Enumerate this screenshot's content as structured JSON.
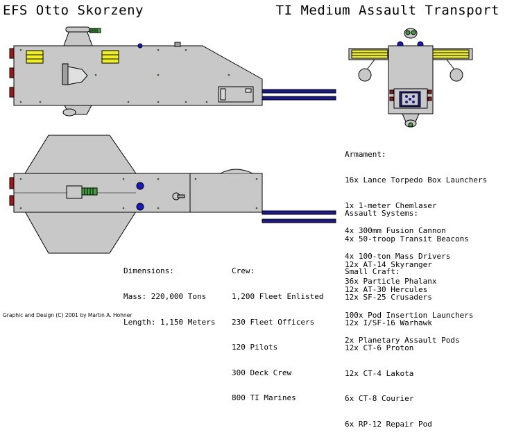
{
  "header": {
    "ship_name": "EFS Otto Skorzeny",
    "ship_class": "TI Medium Assault Transport"
  },
  "armament": {
    "heading": "Armament:",
    "items": [
      "16x Lance Torpedo Box Launchers",
      "1x 1-meter Chemlaser",
      "4x 300mm Fusion Cannon",
      "4x 100-ton Mass Drivers",
      "36x Particle Phalanx"
    ]
  },
  "assault_systems": {
    "heading": "Assault Systems:",
    "items": [
      "4x 50-troop Transit Beacons",
      "12x AT-14 Skyranger",
      "12x AT-30 Hercules",
      "100x Pod Insertion Launchers",
      "2x Planetary Assault Pods"
    ]
  },
  "small_craft": {
    "heading": "Small Craft:",
    "items": [
      "12x SF-25 Crusaders",
      "12x I/SF-16 Warhawk",
      "12x CT-6 Proton",
      "12x CT-4 Lakota",
      "6x CT-8 Courier",
      "6x RP-12 Repair Pod"
    ]
  },
  "dimensions": {
    "heading": "Dimensions:",
    "mass": "Mass: 220,000 Tons",
    "length": "Length: 1,150 Meters"
  },
  "crew": {
    "heading": "Crew:",
    "items": [
      "1,200 Fleet Enlisted",
      "230 Fleet Officers",
      "120 Pilots",
      "300 Deck Crew",
      "800 TI Marines"
    ]
  },
  "credit": "Graphic and Design (C) 2001 by Martin A. Hohner",
  "colors": {
    "hull": "#c8c8c8",
    "hull_outline": "#000000",
    "engine_red": "#a01818",
    "barrel_blue": "#1a1a8c",
    "panel_yellow": "#f0f020",
    "turret_green": "#40a040",
    "sensor_blue": "#1818c8"
  }
}
